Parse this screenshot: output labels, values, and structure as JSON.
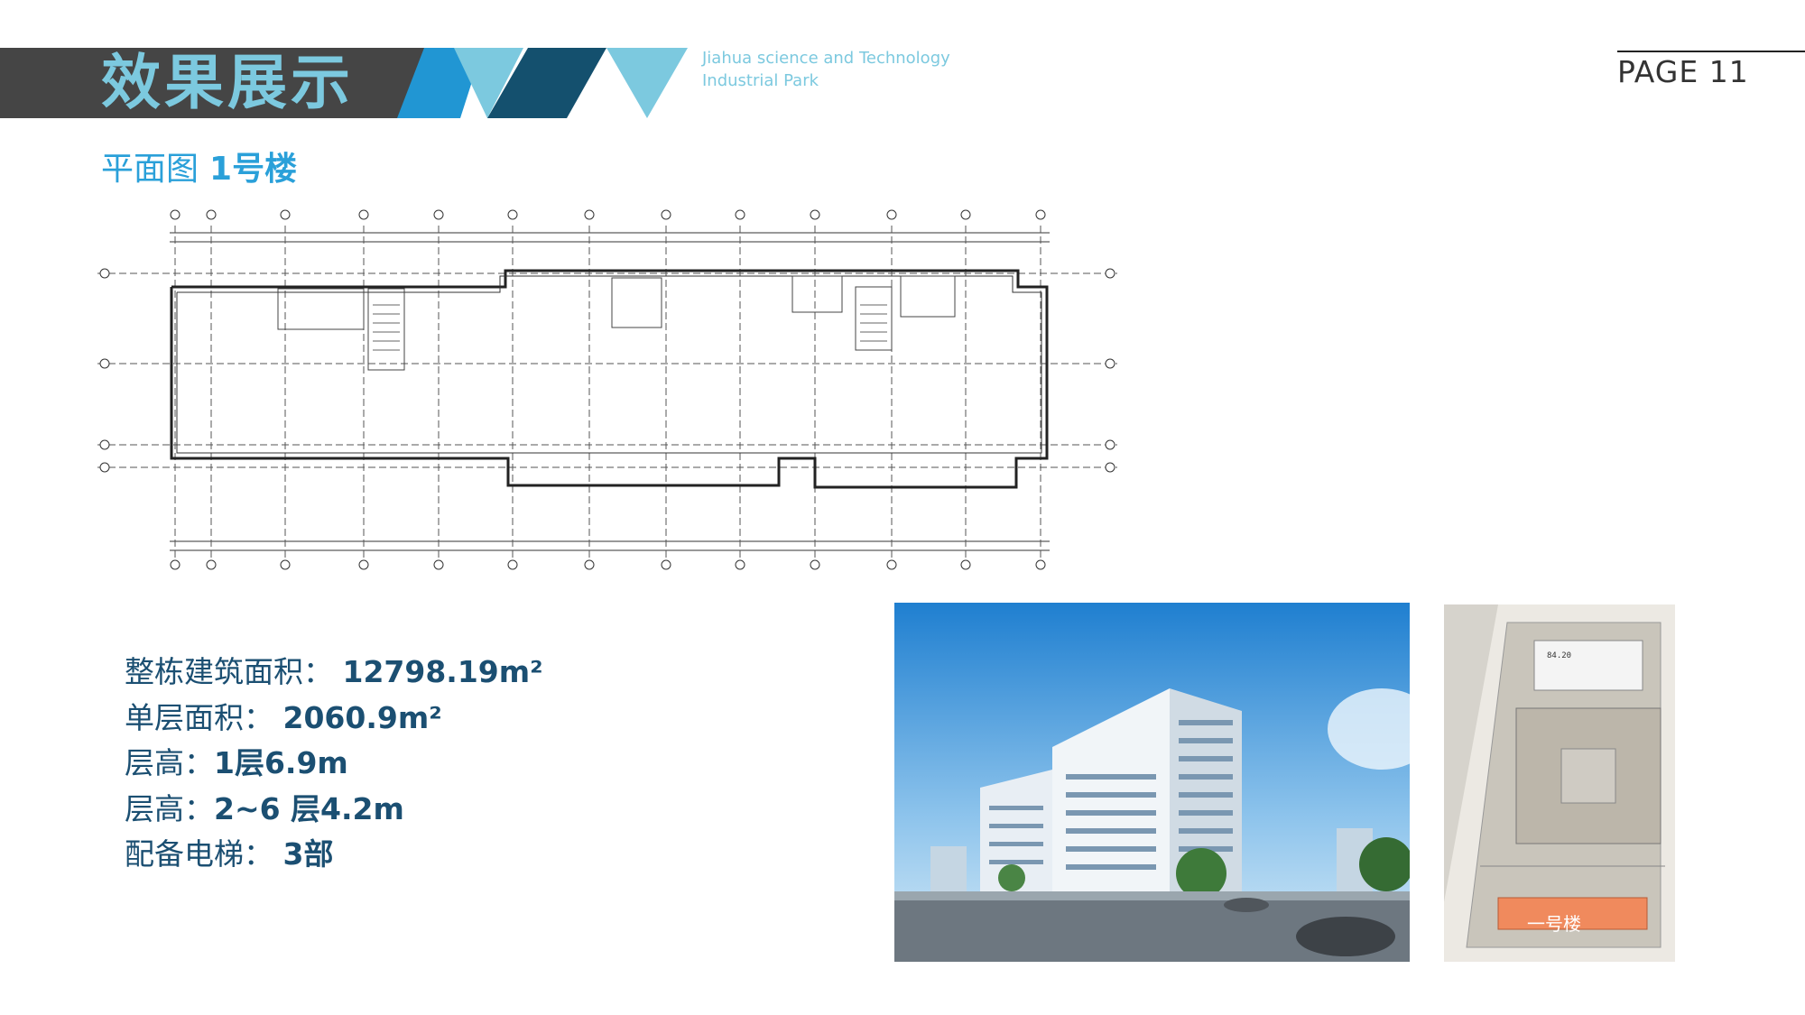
{
  "header": {
    "title": "效果展示",
    "subtitle_line1": "Jiahua science and Technology",
    "subtitle_line2": "Industrial Park",
    "page_label": "PAGE 11"
  },
  "section": {
    "title": "平面图",
    "building": "1号楼"
  },
  "stats": [
    {
      "label": "整栋建筑面积：",
      "value": "12798.19m²"
    },
    {
      "label": "单层面积：",
      "value": "2060.9m²"
    },
    {
      "label": "层高：",
      "value": "1层6.9m"
    },
    {
      "label": "层高：",
      "value": "2~6 层4.2m"
    },
    {
      "label": "配备电梯：",
      "value": "3部"
    }
  ],
  "site_plan": {
    "highlight_label": "一号楼",
    "number_label": "84.20"
  },
  "colors": {
    "accent_light": "#7cc9df",
    "accent_mid": "#2196d3",
    "accent_dark": "#14506e",
    "header_bar": "#454545",
    "stats_text": "#1b4f72",
    "section_title": "#2aa0d9",
    "site_highlight": "#f08a5d"
  }
}
